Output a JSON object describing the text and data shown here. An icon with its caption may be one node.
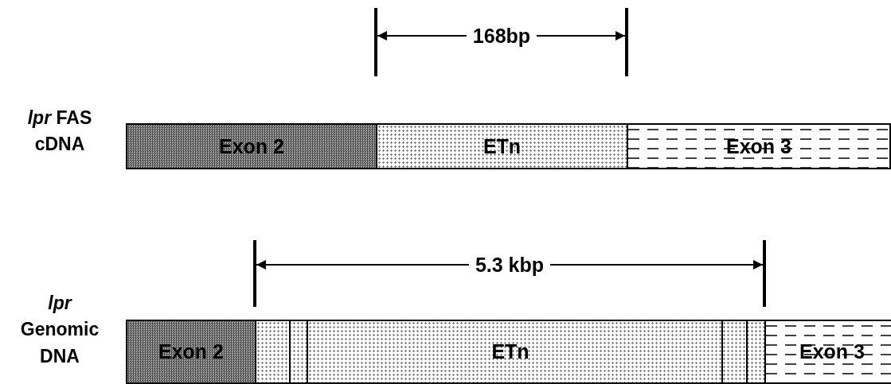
{
  "diagram": {
    "nodes": [
      {
        "text": [
          "Exon 2"
        ]
      },
      {
        "text": [
          "ETn"
        ]
      },
      {
        "text": [
          "Exon 3"
        ]
      },
      {
        "text": [
          "Exon 2"
        ]
      },
      {
        "text": [
          "ETn"
        ]
      },
      {
        "text": [
          "Exon 3"
        ]
      }
    ],
    "labels": [
      "168bp",
      "*lpr* FAS cDNA",
      "5.3 kbp",
      "*lpr* Genomic DNA"
    ]
  }
}
